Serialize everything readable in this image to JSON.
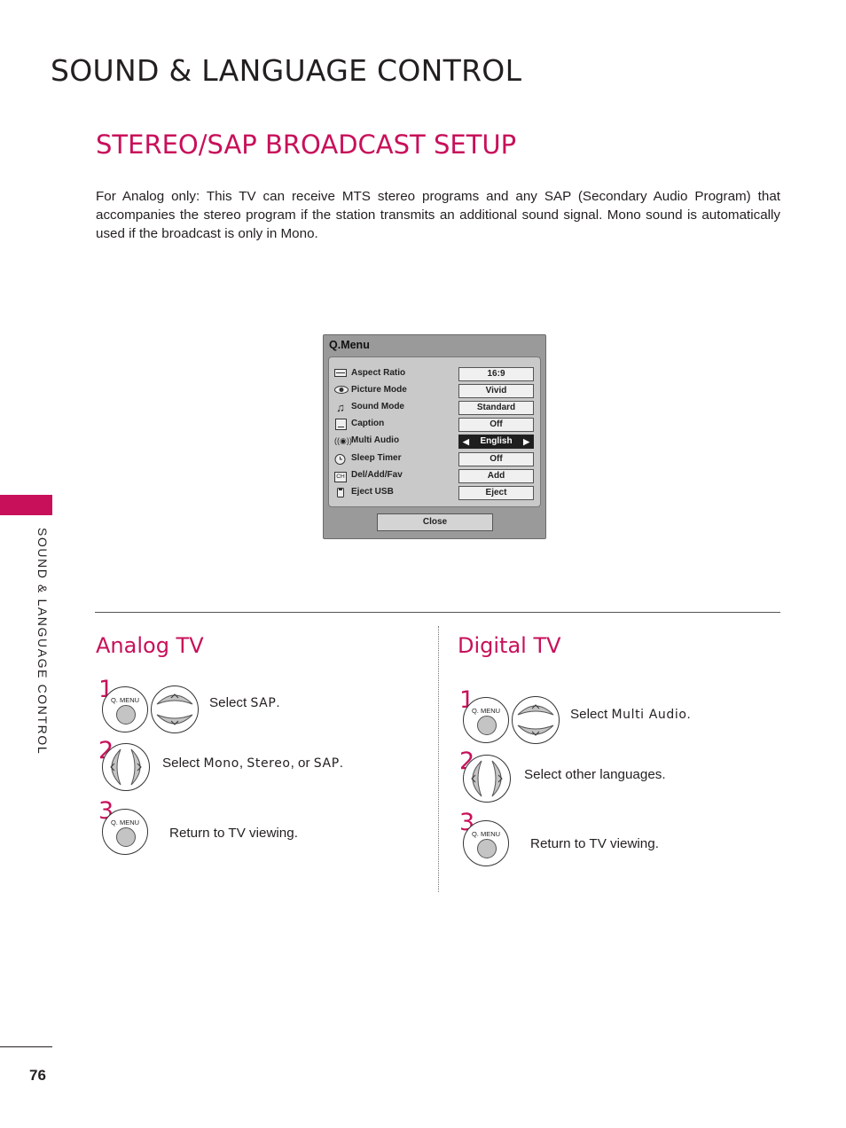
{
  "header": {
    "title": "SOUND & LANGUAGE CONTROL"
  },
  "section": {
    "title": "STEREO/SAP BROADCAST SETUP",
    "intro": "For Analog only: This TV can receive MTS stereo programs and any SAP (Secondary Audio Program) that accompanies the stereo program if the station transmits an additional sound signal. Mono sound is automatically used if the broadcast is only in Mono."
  },
  "side_tab": {
    "label": "SOUND & LANGUAGE CONTROL"
  },
  "page_number": "76",
  "qmenu": {
    "title": "Q.Menu",
    "rows": [
      {
        "icon": "aspect-ratio-icon",
        "label": "Aspect Ratio",
        "value": "16:9"
      },
      {
        "icon": "eye-icon",
        "label": "Picture Mode",
        "value": "Vivid"
      },
      {
        "icon": "music-note-icon",
        "label": "Sound Mode",
        "value": "Standard"
      },
      {
        "icon": "caption-icon",
        "label": "Caption",
        "value": "Off"
      },
      {
        "icon": "audio-waves-icon",
        "label": "Multi Audio",
        "value": "English",
        "selected": true
      },
      {
        "icon": "clock-icon",
        "label": "Sleep Timer",
        "value": "Off"
      },
      {
        "icon": "channel-icon",
        "label": "Del/Add/Fav",
        "value": "Add",
        "icon_text": "CH"
      },
      {
        "icon": "usb-icon",
        "label": "Eject USB",
        "value": "Eject"
      }
    ],
    "close_label": "Close"
  },
  "analog": {
    "title": "Analog TV",
    "steps": [
      {
        "num": "1",
        "button": "Q. MENU",
        "text_pre": "Select ",
        "b1": "SAP",
        "text_post": "."
      },
      {
        "num": "2",
        "text_pre": "Select ",
        "b1": "Mono",
        "sep1": ", ",
        "b2": "Stereo",
        "sep2": ", or ",
        "b3": "SAP",
        "text_post": "."
      },
      {
        "num": "3",
        "button": "Q. MENU",
        "text": "Return to TV viewing."
      }
    ]
  },
  "digital": {
    "title": "Digital TV",
    "steps": [
      {
        "num": "1",
        "button": "Q. MENU",
        "text_pre": "Select ",
        "b1": "Multi Audio",
        "text_post": "."
      },
      {
        "num": "2",
        "text": "Select other languages."
      },
      {
        "num": "3",
        "button": "Q. MENU",
        "text": "Return to TV viewing."
      }
    ]
  },
  "colors": {
    "accent": "#c8105a",
    "text": "#231f20"
  }
}
